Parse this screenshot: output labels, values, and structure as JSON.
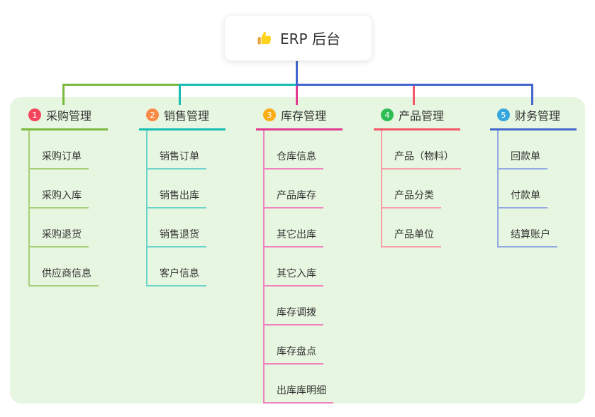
{
  "root": {
    "title": "ERP 后台",
    "icon": "thumbs-up",
    "connector_color": "#4467CE"
  },
  "panel": {
    "background": "#E7F6E0"
  },
  "branches": [
    {
      "num": "1",
      "title": "采购管理",
      "badge_color": "#F5455C",
      "line_color": "#7CB93F",
      "child_line_color": "#A6D077",
      "children": [
        "采购订单",
        "采购入库",
        "采购退货",
        "供应商信息"
      ]
    },
    {
      "num": "2",
      "title": "销售管理",
      "badge_color": "#FA8B47",
      "line_color": "#17BCB4",
      "child_line_color": "#6CD4CB",
      "children": [
        "销售订单",
        "销售出库",
        "销售退货",
        "客户信息"
      ]
    },
    {
      "num": "3",
      "title": "库存管理",
      "badge_color": "#FBAD17",
      "line_color": "#E13A90",
      "child_line_color": "#F083BE",
      "children": [
        "仓库信息",
        "产品库存",
        "其它出库",
        "其它入库",
        "库存调拨",
        "库存盘点",
        "出库库明细"
      ]
    },
    {
      "num": "4",
      "title": "产品管理",
      "badge_color": "#2EBD55",
      "line_color": "#F4566B",
      "child_line_color": "#F89DA9",
      "children": [
        "产品（物料）",
        "产品分类",
        "产品单位"
      ]
    },
    {
      "num": "5",
      "title": "财务管理",
      "badge_color": "#36A6DE",
      "line_color": "#4467CE",
      "child_line_color": "#93A9E3",
      "children": [
        "回款单",
        "付款单",
        "结算账户"
      ]
    }
  ]
}
